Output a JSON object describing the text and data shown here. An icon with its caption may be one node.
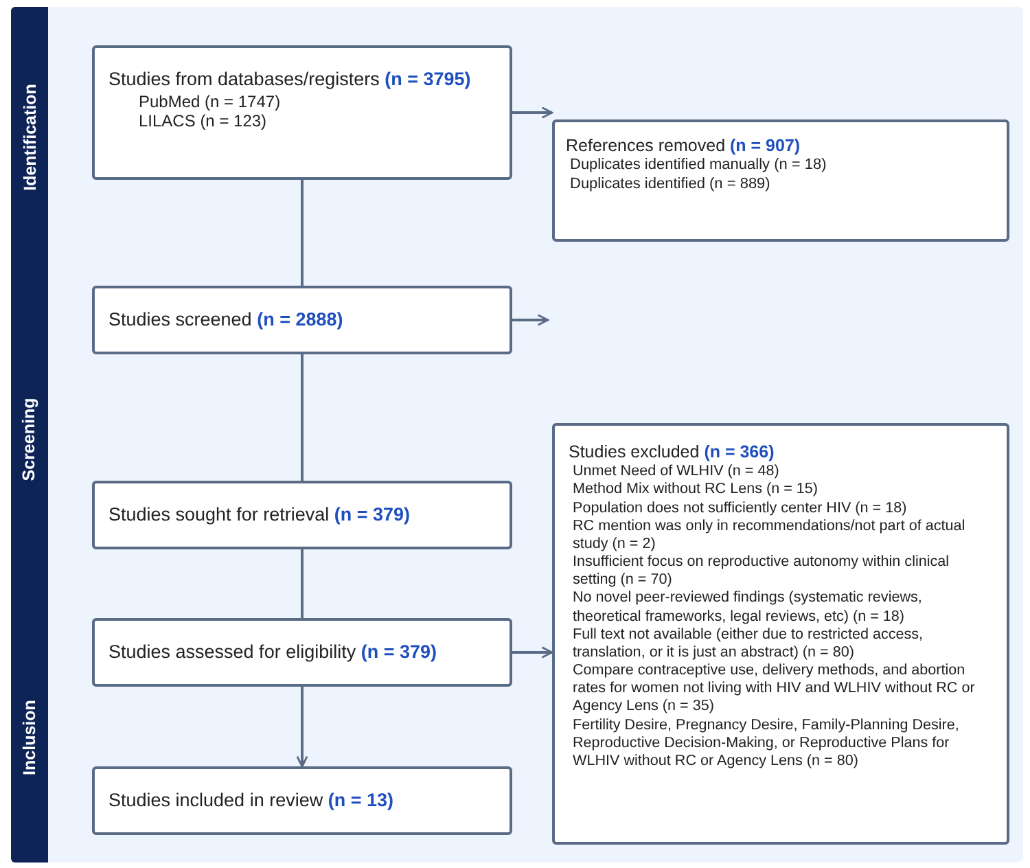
{
  "diagram": {
    "nodes": [
      {
        "text": [
          "Studies from databases/registers **(n = 3795)**",
          "PubMed (n = 1747)",
          "LILACS (n = 123)"
        ]
      },
      {
        "text": [
          "References removed **(n = 907)**",
          "Duplicates identified manually (n = 18)",
          "Duplicates identified (n = 889)"
        ]
      },
      {
        "text": [
          "Studies screened **(n = 2888)**"
        ]
      },
      {
        "text": [
          "Studies sought for retrieval **(n = 379)**"
        ]
      },
      {
        "text": [
          "Studies assessed for eligibility **(n = 379)**"
        ]
      },
      {
        "text": [
          "Studies included in review **(n = 13)**"
        ]
      },
      {
        "text": [
          "Studies excluded **(n = 366)**",
          "Unmet Need of WLHIV (n = 48)",
          "Method Mix without RC Lens (n = 15)",
          "Population does not sufficiently center HIV (n = 18)",
          "RC mention was only in recommendations/not part of actual study (n = 2)",
          "Insufficient focus on reproductive autonomy within clinical setting (n = 70)",
          "No novel peer-reviewed findings (systematic reviews, theoretical frameworks, legal reviews, etc) (n = 18)",
          "Full text not available (either due to restricted access, translation, or it is just an abstract) (n = 80)",
          "Compare contraceptive use, delivery methods, and abortion rates for women not living with HIV and WLHIV without RC or Agency Lens (n = 35)",
          "Fertility Desire, Pregnancy Desire, Family-Planning Desire, Reproductive Decision-Making, or Reproductive Plans for WLHIV without RC or Agency Lens (n = 80)"
        ]
      }
    ],
    "edges": [
      {
        "from": 0,
        "to": 1,
        "arrow": "to"
      },
      {
        "from": 0,
        "to": 2,
        "arrow": "none"
      },
      {
        "from": 2,
        "to": null,
        "arrow": "to"
      },
      {
        "from": 2,
        "to": 3,
        "arrow": "none"
      },
      {
        "from": 3,
        "to": 4,
        "arrow": "none"
      },
      {
        "from": 4,
        "to": 6,
        "arrow": "to"
      },
      {
        "from": 4,
        "to": 5,
        "arrow": "to"
      }
    ],
    "labels": [
      "Identification",
      "Screening",
      "Inclusion"
    ]
  }
}
